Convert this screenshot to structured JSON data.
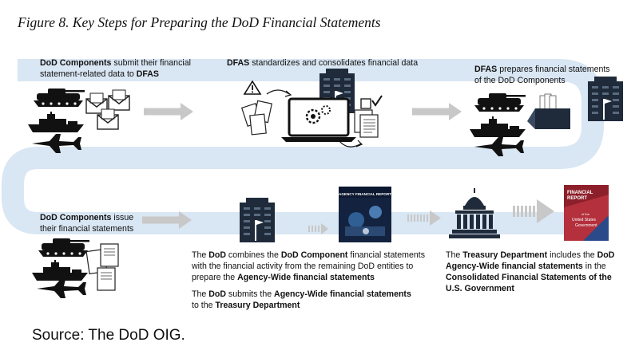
{
  "figure": {
    "title": "Figure 8.  Key Steps for Preparing the DoD Financial Statements",
    "source": "Source:  The DoD OIG."
  },
  "steps": {
    "s1": {
      "a": "DoD Components",
      "b": " submit their financial",
      "c": "statement-related data to ",
      "d": "DFAS"
    },
    "s2": {
      "a": "DFAS",
      "b": " standardizes and consolidates financial data"
    },
    "s3": {
      "a": "DFAS",
      "b": " prepares financial statements",
      "c": "of the DoD Components"
    },
    "s4": {
      "a": "DoD Components",
      "b": " issue",
      "c": "their financial statements"
    },
    "s5": {
      "p1a": "The ",
      "p1b": "DoD",
      "p1c": " combines the ",
      "p1d": "DoD Component",
      "p1e": " financial statements",
      "p1f": "with the financial activity from the remaining DoD entities to",
      "p1g": "prepare the ",
      "p1h": "Agency-Wide financial statements",
      "p2a": "The ",
      "p2b": "DoD",
      "p2c": " submits the ",
      "p2d": "Agency-Wide financial statements",
      "p2e": "to the ",
      "p2f": "Treasury Department"
    },
    "s6": {
      "a": "The ",
      "b": "Treasury Department",
      "c": " includes the ",
      "d": "DoD",
      "e": "Agency-Wide financial statements",
      "f": " in the",
      "g": "Consolidated Financial Statements of the",
      "h": "U.S. Government"
    }
  },
  "images": {
    "afr_cover": "AGENCY FINANCIAL REPORT",
    "fr_cover_1": "FINANCIAL",
    "fr_cover_2": "REPORT",
    "fr_cover_3": "of the",
    "fr_cover_4": "United States",
    "fr_cover_5": "Government"
  },
  "icons": [
    "tank-icon",
    "ship-icon",
    "jet-icon",
    "envelope-icon",
    "building-icon",
    "warning-icon",
    "laptop-gear-icon",
    "documents-icon",
    "checklist-icon",
    "box-icon",
    "capitol-icon",
    "arrow-icon"
  ],
  "colors": {
    "lane": "#d9e6f3",
    "arrow": "#c8c8c8",
    "icon": "#1f2b3a"
  }
}
